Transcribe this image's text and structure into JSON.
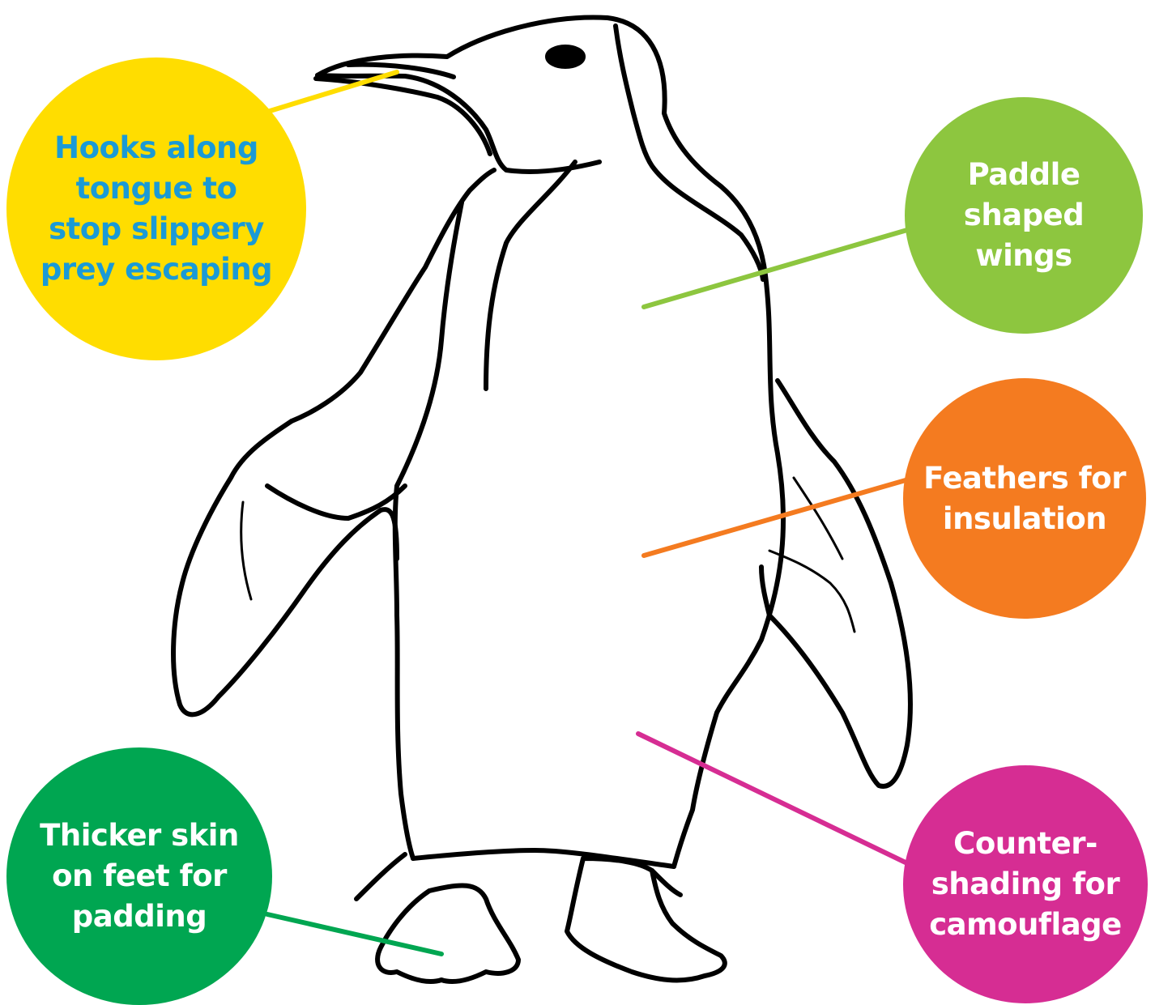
{
  "colors": {
    "tongue": "#FFDD00",
    "tongue_text": "#1A9AD6",
    "wings": "#8DC63F",
    "feathers": "#F47B20",
    "counter": "#D62D93",
    "feet": "#00A651",
    "label_text": "#FFFFFF",
    "outline": "#000000"
  },
  "labels": {
    "tongue": "Hooks along tongue to stop slippery prey escaping",
    "wings": "Paddle shaped wings",
    "feathers": "Feathers for insulation",
    "counter": "Counter-shading for camouflage",
    "feet": "Thicker skin on feet for padding"
  },
  "icons": {
    "illustration": "penguin-line-drawing"
  }
}
